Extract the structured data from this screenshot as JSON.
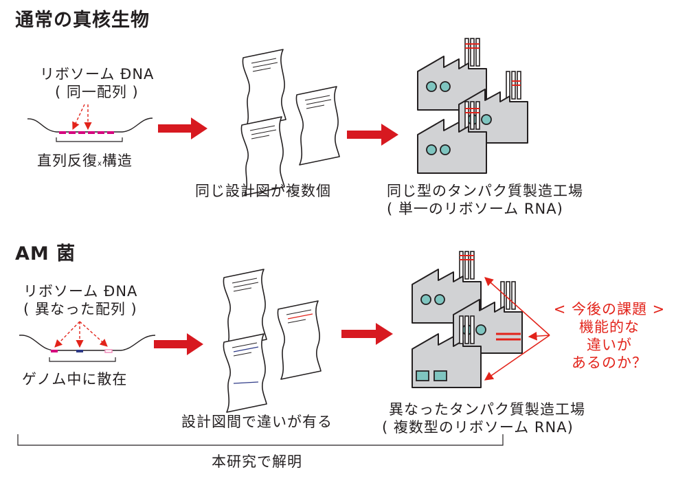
{
  "section_normal": {
    "heading": "通常の真核生物",
    "dna_label_1": "リボソーム ÐNA",
    "dna_label_2": "( 同一配列 )",
    "dna_caption": "直列反復",
    "dna_caption_sub": "x",
    "dna_caption_tail": "構造",
    "blueprint_caption": "同じ設計図が複数個",
    "factory_caption_1": "同じ型のタンパク質製造工場",
    "factory_caption_2": "( 単一のリボソーム RNA)"
  },
  "section_am": {
    "heading": "AM 菌",
    "dna_label_1": "リボソーム ÐNA",
    "dna_label_2": "( 異なった配列 )",
    "dna_caption": "ゲノム中に散在",
    "blueprint_caption": "設計図間で違いが有る",
    "factory_caption_1": "異なったタンパク質製造工場",
    "factory_caption_2": "( 複数型のリボソーム RNA)",
    "question_lines": [
      "< 今後の課題 >",
      "機能的な",
      "違いが",
      "あるのか？"
    ],
    "research_caption": "本研究で解明"
  },
  "colors": {
    "text": "#231f20",
    "arrow_red": "#d71920",
    "annotation_red": "#e2231a",
    "factory_fill": "#d1d2d4",
    "window_fill": "#7fc5c0",
    "magenta": "#d6007e",
    "navy": "#2e3a87",
    "pink": "#f08dbc"
  }
}
